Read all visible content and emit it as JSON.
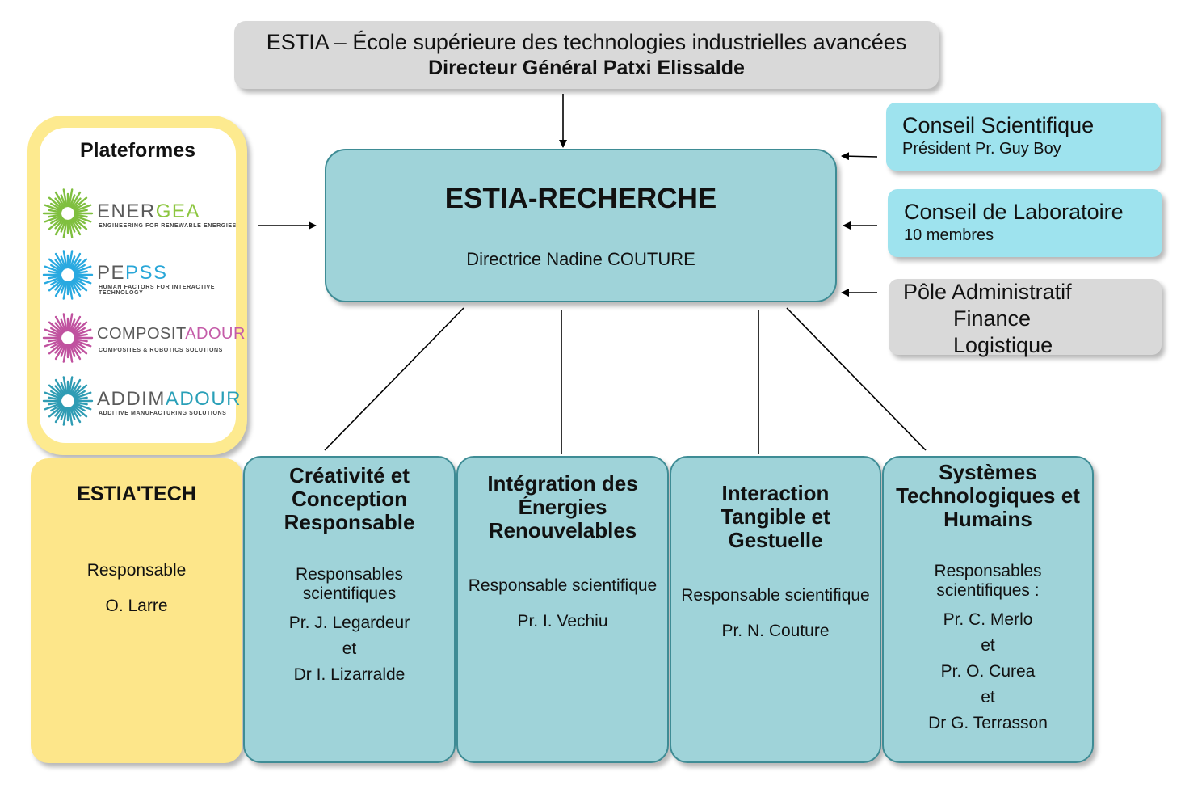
{
  "school": {
    "name_prefix": "ESTIA",
    "name_rest": "– École supérieure des technologies industrielles avancées",
    "director": "Directeur Général Patxi Elissalde"
  },
  "research": {
    "title": "ESTIA-RECHERCHE",
    "director": "Directrice Nadine COUTURE"
  },
  "side_boxes": {
    "conseil_scientifique": {
      "title": "Conseil Scientifique",
      "detail": "Président Pr. Guy Boy"
    },
    "conseil_laboratoire": {
      "title": "Conseil de Laboratoire",
      "detail": "10 membres"
    },
    "pole_administratif": {
      "line1": "Pôle Administratif",
      "line2": "Finance",
      "line3": "Logistique"
    }
  },
  "plateformes": {
    "title": "Plateformes",
    "logos": [
      {
        "name_a": "ENER",
        "name_b": "GEA",
        "tagline": "Engineering for renewable energies",
        "color_a": "#5a5a5a",
        "color_b": "#8cc63f",
        "burst": "#7fbf3f"
      },
      {
        "name_a": "PE",
        "name_b": "PSS",
        "tagline": "Human factors for interactive technology",
        "color_a": "#5a5a5a",
        "color_b": "#2aa7d8",
        "burst": "#29a9e0"
      },
      {
        "name_a": "COMPOSIT",
        "name_b": "ADOUR",
        "tagline": "Composites & robotics solutions",
        "color_a": "#5a5a5a",
        "color_b": "#c45ba8",
        "burst": "#c0529f"
      },
      {
        "name_a": "ADDIM",
        "name_b": "ADOUR",
        "tagline": "Additive manufacturing solutions",
        "color_a": "#5a5a5a",
        "color_b": "#2aa0b8",
        "burst": "#2f9cb4"
      }
    ]
  },
  "estiatech": {
    "title": "ESTIA'TECH",
    "role": "Responsable",
    "person": "O. Larre"
  },
  "teams": [
    {
      "title_lines": [
        "Créativité et",
        "Conception",
        "Responsable"
      ],
      "role_lines": [
        "Responsables",
        "scientifiques"
      ],
      "people": [
        "Pr. J. Legardeur",
        "et",
        "Dr I. Lizarralde"
      ]
    },
    {
      "title_lines": [
        "Intégration des",
        "Énergies",
        "Renouvelables"
      ],
      "role_lines": [
        "Responsable scientifique"
      ],
      "people": [
        "Pr. I. Vechiu"
      ]
    },
    {
      "title_lines": [
        "Interaction",
        "Tangible et",
        "Gestuelle"
      ],
      "role_lines": [
        "Responsable scientifique"
      ],
      "people": [
        "Pr. N. Couture"
      ]
    },
    {
      "title_lines": [
        "Systèmes",
        "Technologiques et",
        "Humains"
      ],
      "role_lines": [
        "Responsables",
        "scientifiques :"
      ],
      "people": [
        "Pr. C. Merlo",
        "et",
        "Pr. O. Curea",
        "et",
        "Dr G. Terrasson"
      ]
    }
  ]
}
